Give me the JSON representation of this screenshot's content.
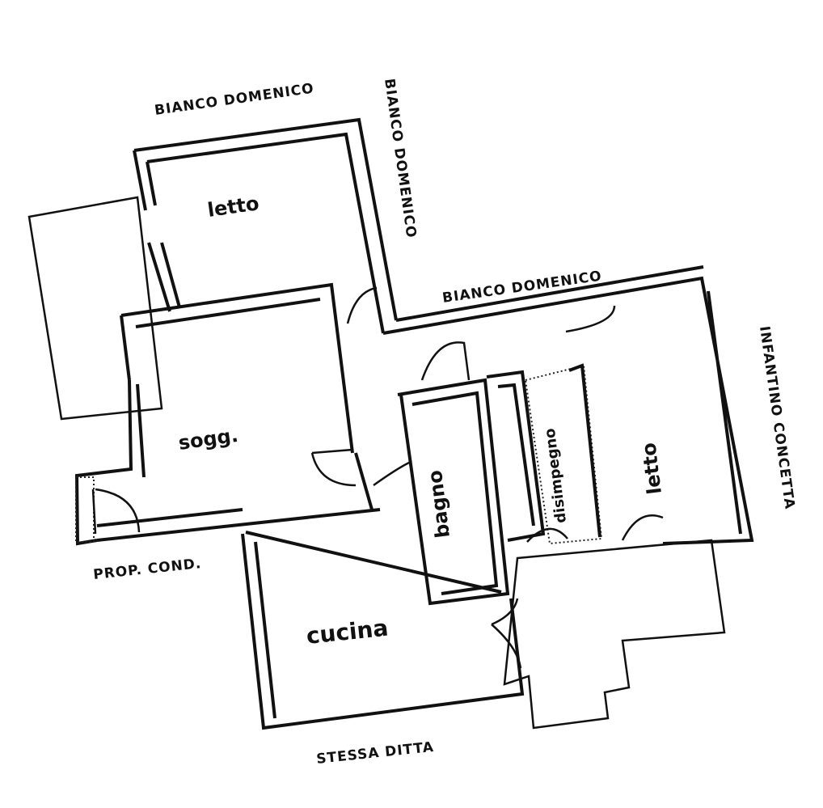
{
  "rooms": {
    "letto_top": "letto",
    "soggiorno": "sogg.",
    "bagno": "bagno",
    "disimpegno": "disimpegno",
    "letto_right": "letto",
    "cucina": "cucina"
  },
  "borders": {
    "top": "BIANCO DOMENICO",
    "top_vertical": "BIANCO DOMENICO",
    "middle": "BIANCO DOMENICO",
    "right_vertical": "INFANTINO CONCETTA",
    "bottom_left": "PROP. COND.",
    "bottom": "STESSA DITTA"
  }
}
